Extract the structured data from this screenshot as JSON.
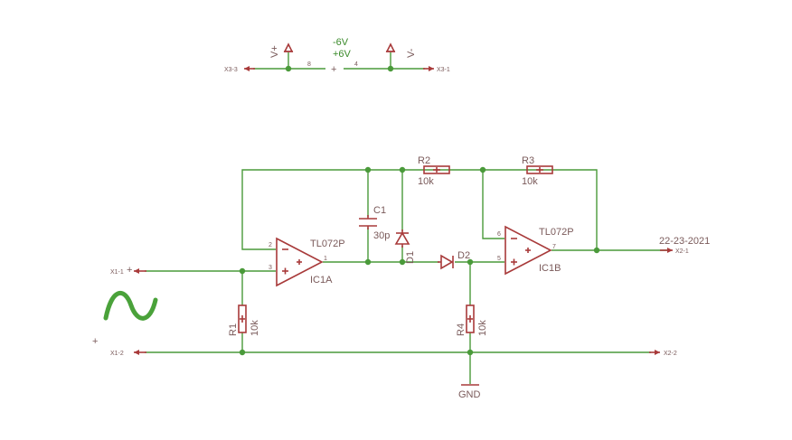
{
  "supply": {
    "vplus": "V+",
    "vminus": "V-",
    "minus6": "-6V",
    "plus6": "+6V",
    "pin8": "8",
    "pin4": "4",
    "x3_3": "X3-3",
    "x3_1": "X3-1"
  },
  "components": {
    "c1_name": "C1",
    "c1_value": "30p",
    "r1_name": "R1",
    "r1_value": "10k",
    "r2_name": "R2",
    "r2_value": "10k",
    "r3_name": "R3",
    "r3_value": "10k",
    "r4_name": "R4",
    "r4_value": "10k",
    "d1_name": "D1",
    "d2_name": "D2",
    "ic1a_type": "TL072P",
    "ic1a_name": "IC1A",
    "ic1b_type": "TL072P",
    "ic1b_name": "IC1B"
  },
  "pins": {
    "ic1a_p2": "2",
    "ic1a_p3": "3",
    "ic1a_p1": "1",
    "ic1b_p6": "6",
    "ic1b_p5": "5",
    "ic1b_p7": "7"
  },
  "connectors": {
    "x1_1": "X1-1",
    "x1_2": "X1-2",
    "x2_1": "X2-1",
    "x2_2": "X2-2"
  },
  "annotations": {
    "date": "22-23-2021",
    "gnd": "GND"
  },
  "colors": {
    "wire": "#4a9a3a",
    "part": "#a83a3a",
    "label": "#7a5a5a"
  }
}
